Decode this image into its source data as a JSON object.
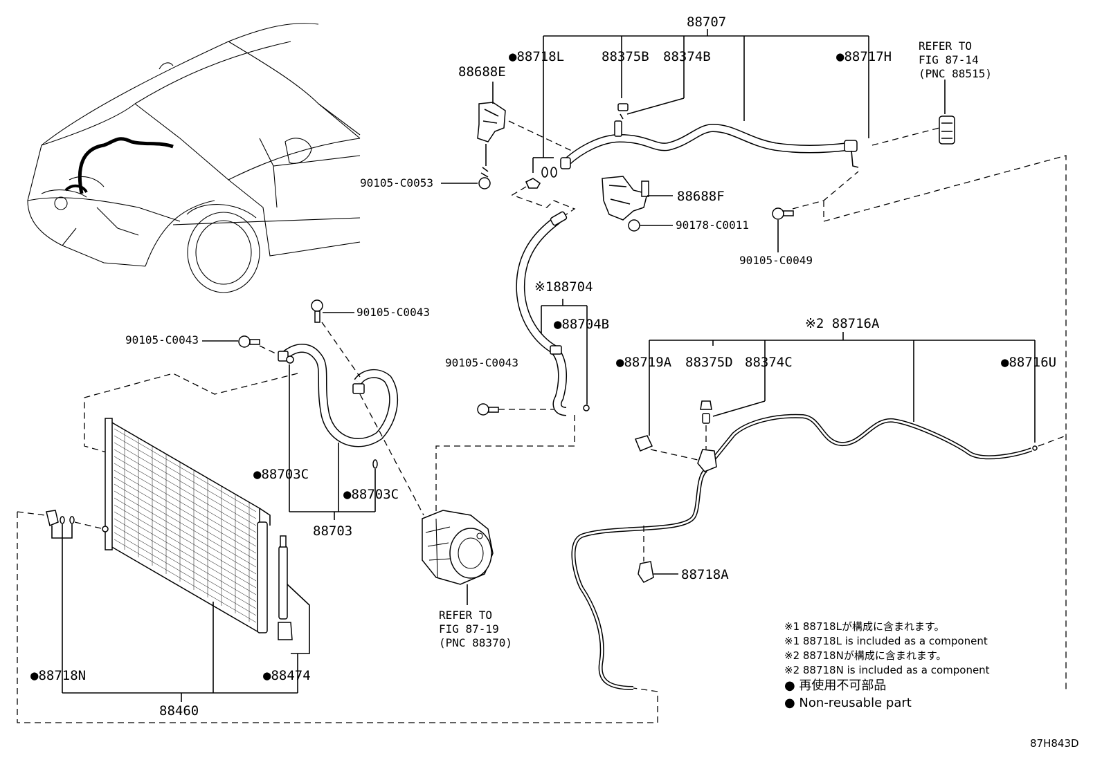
{
  "labels": {
    "p88707": "88707",
    "p88718L": "●88718L",
    "p88375B": "88375B",
    "p88374B": "88374B",
    "p88717H": "●88717H",
    "p88688E": "88688E",
    "p90105_C0053": "90105-C0053",
    "p88688F": "88688F",
    "p90178_C0011": "90178-C0011",
    "p90105_C0049": "90105-C0049",
    "refer_8714_line1": "REFER TO",
    "refer_8714_line2": "FIG 87-14",
    "refer_8714_line3": "(PNC 88515)",
    "p88704": "※188704",
    "p88704B": "●88704B",
    "p90105_C0043_a": "90105-C0043",
    "p90105_C0043_b": "90105-C0043",
    "p90105_C0043_c": "90105-C0043",
    "p88716A": "※2 88716A",
    "p88719A": "●88719A",
    "p88375D": "88375D",
    "p88374C": "88374C",
    "p88716U": "●88716U",
    "p88703C_a": "●88703C",
    "p88703C_b": "●88703C",
    "p88703": "88703",
    "refer_8719_line1": "REFER TO",
    "refer_8719_line2": "FIG 87-19",
    "refer_8719_line3": "(PNC 88370)",
    "p88718A": "88718A",
    "p88718N": "●88718N",
    "p88474": "●88474",
    "p88460": "88460"
  },
  "notes": {
    "n1_jp": "※1 88718Lが構成に含まれます。",
    "n1_en": "※1 88718L is included as a component",
    "n2_jp": "※2 88718Nが構成に含まれます。",
    "n2_en": "※2 88718N is included as a component",
    "n3_jp": "● 再使用不可部品",
    "n3_en": "● Non-reusable part"
  },
  "figure_code": "87H843D"
}
